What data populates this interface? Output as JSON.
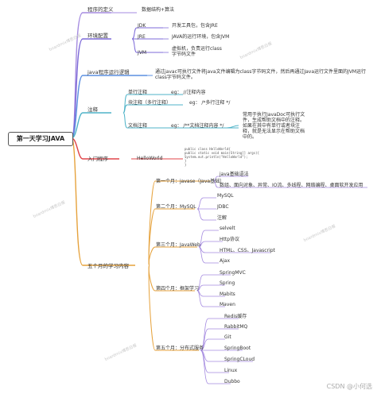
{
  "root": "第一天学习JAVA",
  "b1": {
    "label": "程序的定义",
    "child": "数据结构+算法"
  },
  "b2": {
    "label": "环境配置",
    "items": [
      {
        "k": "JDK",
        "v": "开发工具包，包含JRE"
      },
      {
        "k": "JRE",
        "v": "JAVA的运行环境，包含JVM"
      },
      {
        "k": "JVM",
        "v": "虚拟机，负责运行class字节码文件"
      }
    ]
  },
  "b3": {
    "label": "java程序运行逻辑",
    "child": "通过javac可执行文件将java文件编辑为class字节码文件，然后再通过Java运行文件里面的JVM运行class字节码文件。"
  },
  "b4": {
    "label": "注释",
    "single": {
      "k": "单行注释",
      "v": "eg：  //注释内容"
    },
    "block": {
      "k": "块注释（多行注释）",
      "v": "eg：  /*多行注释 */"
    },
    "doc": {
      "k": "文档注释",
      "v": "eg：  /**文档注释内容 */",
      "note": "常用于执行JavaDoc可执行文件，生成帮助文档中的注释。如果在其中有单行或者块注释，就是无法显示在帮助文档中的。"
    }
  },
  "b5": {
    "label": "入门程序",
    "child": "HelloWorld",
    "code": [
      "public class HelloWorld{",
      "  public static void main(String[] args){",
      "    System.out.println(\"HelloWorld\");",
      "  }",
      "}"
    ]
  },
  "b6": {
    "label": "五个月的学习内容",
    "m1": {
      "label": "第一个月：javase（Java基础）",
      "items": [
        "java基础语法",
        "数组、面向对象、异常、IO流、多线程、网络编程、桌面软开发应用"
      ]
    },
    "m2": {
      "label": "第二个月：MySQL",
      "items": [
        "MySQL",
        "JDBC",
        "注解"
      ]
    },
    "m3": {
      "label": "第三个月：JavaWeb",
      "items": [
        "selvelt",
        "Http协议",
        "HTML、CSS、Javascript",
        "Ajax"
      ]
    },
    "m4": {
      "label": "第四个月：框架学习",
      "items": [
        "SpringMVC",
        "Spring",
        "Mabits",
        "Maven"
      ]
    },
    "m5": {
      "label": "第五个月：分布式服务",
      "items": [
        "Redis缓存",
        "RabbitMQ",
        "Git",
        "SpringBoot",
        "SpringCLoud",
        "Linux",
        "Dubbo"
      ]
    }
  },
  "watermark": "boardmix博思白板",
  "footer": "CSDN @小何选"
}
